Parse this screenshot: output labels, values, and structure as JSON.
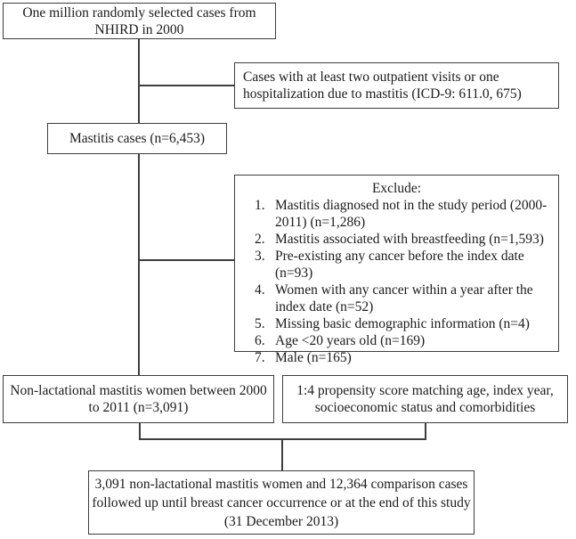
{
  "diagram": {
    "title": "Study cohort selection flowchart",
    "colors": {
      "border": "#3d3d3d",
      "text": "#1b1b1b",
      "background": "#ffffff"
    },
    "source_box": {
      "lines": [
        "One million randomly selected cases from",
        "NHIRD in 2000"
      ]
    },
    "criteria_box": {
      "lines": [
        "Cases with at least two outpatient visits or one",
        "hospitalization due to mastitis (ICD-9: 611.0, 675)"
      ]
    },
    "mastitis_box": {
      "text": "Mastitis cases (n=6,453)"
    },
    "exclude_box": {
      "title": "Exclude:",
      "items": [
        {
          "num": "1.",
          "text": "Mastitis diagnosed not in the study period (2000-2011) (n=1,286)"
        },
        {
          "num": "2.",
          "text": "Mastitis associated with breastfeeding (n=1,593)"
        },
        {
          "num": "3.",
          "text": "Pre-existing any cancer before the index date (n=93)"
        },
        {
          "num": "4.",
          "text": "Women with any cancer within a year after the index date (n=52)"
        },
        {
          "num": "5.",
          "text": "Missing basic demographic information (n=4)"
        },
        {
          "num": "6.",
          "text": "Age <20 years old (n=169)"
        },
        {
          "num": "7.",
          "text": "Male (n=165)"
        }
      ]
    },
    "nonlactational_box": {
      "lines": [
        "Non-lactational mastitis women between 2000",
        "to 2011 (n=3,091)"
      ]
    },
    "matching_box": {
      "lines": [
        "1:4 propensity score matching age, index year,",
        "socioeconomic status and comorbidities"
      ]
    },
    "final_box": {
      "lines": [
        "3,091 non-lactational mastitis women and 12,364 comparison cases",
        "followed up until breast cancer occurrence or at the end of this study",
        "(31 December 2013)"
      ]
    }
  }
}
